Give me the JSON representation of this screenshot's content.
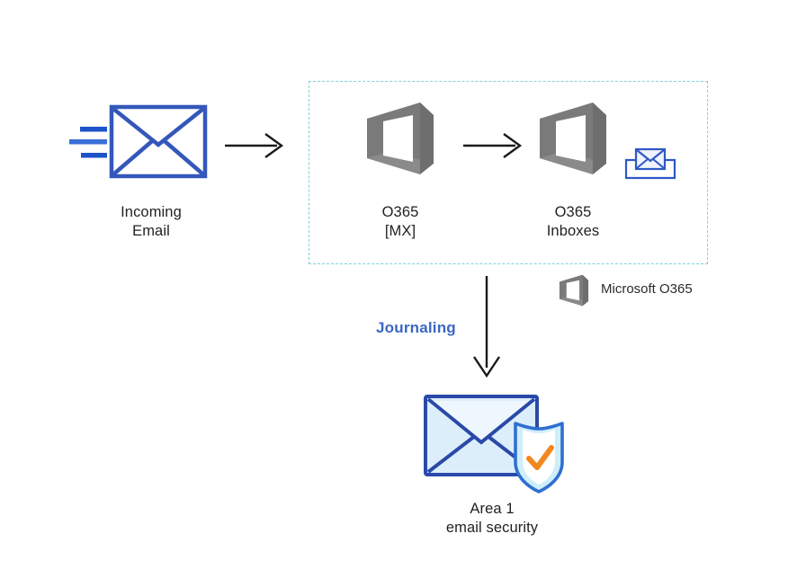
{
  "diagram": {
    "title": "Office 365 journaling to Area 1 email security flow",
    "background_color": "#ffffff"
  },
  "colors": {
    "envelope_blue": "#3457ba",
    "envelope_outline_dark": "#2a49a8",
    "envelope_fill_light": "#ddeefb",
    "o365_gray": "#7a7a7a",
    "o365_gray_dark": "#6e6e6e",
    "dashed_teal": "#7fd0de",
    "journaling_blue": "#3b66c4",
    "arrow_black": "#1a1a1a",
    "shield_blue": "#2f6fd0",
    "shield_band": "#bfe6f7",
    "check_orange": "#f2871e",
    "text_dark": "#231f20"
  },
  "nodes": {
    "incoming_email": {
      "label": "Incoming\nEmail",
      "icon": "envelope-icon"
    },
    "o365_mx": {
      "label": "O365\n[MX]",
      "icon": "office365-logo-icon"
    },
    "o365_inboxes": {
      "label": "O365\nInboxes",
      "icon": "office365-logo-icon",
      "secondary_icon": "inbox-tray-icon"
    },
    "area1": {
      "label": "Area 1\nemail security",
      "icon": "shielded-envelope-icon"
    }
  },
  "edges": {
    "incoming_to_mx": {
      "label": "",
      "direction": "right"
    },
    "mx_to_inboxes": {
      "label": "",
      "direction": "right"
    },
    "inboxes_to_area1": {
      "label": "Journaling",
      "direction": "down"
    }
  },
  "legend": {
    "items": [
      {
        "icon": "office365-logo-icon",
        "label": "Microsoft O365"
      }
    ]
  },
  "zone": {
    "name": "microsoft-o365-boundary",
    "style": "dashed"
  }
}
